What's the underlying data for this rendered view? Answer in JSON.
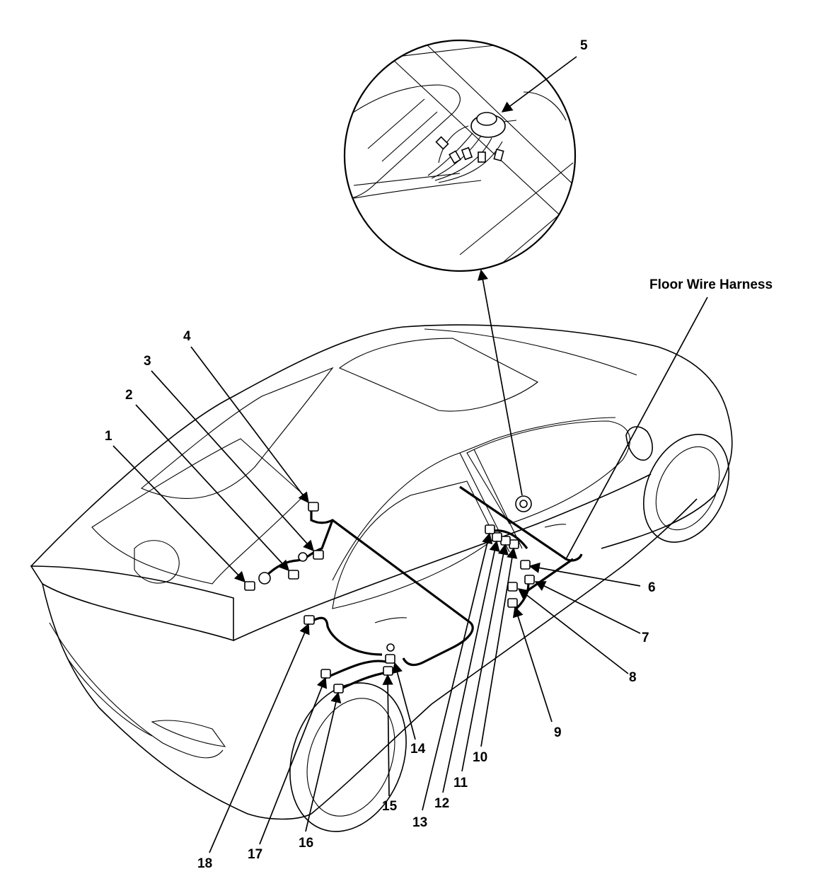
{
  "harness_title": "Floor Wire Harness",
  "callouts": [
    "1",
    "2",
    "3",
    "4",
    "5",
    "6",
    "7",
    "8",
    "9",
    "10",
    "11",
    "12",
    "13",
    "14",
    "15",
    "16",
    "17",
    "18"
  ],
  "colors": {
    "line": "#000000",
    "background": "#ffffff"
  }
}
